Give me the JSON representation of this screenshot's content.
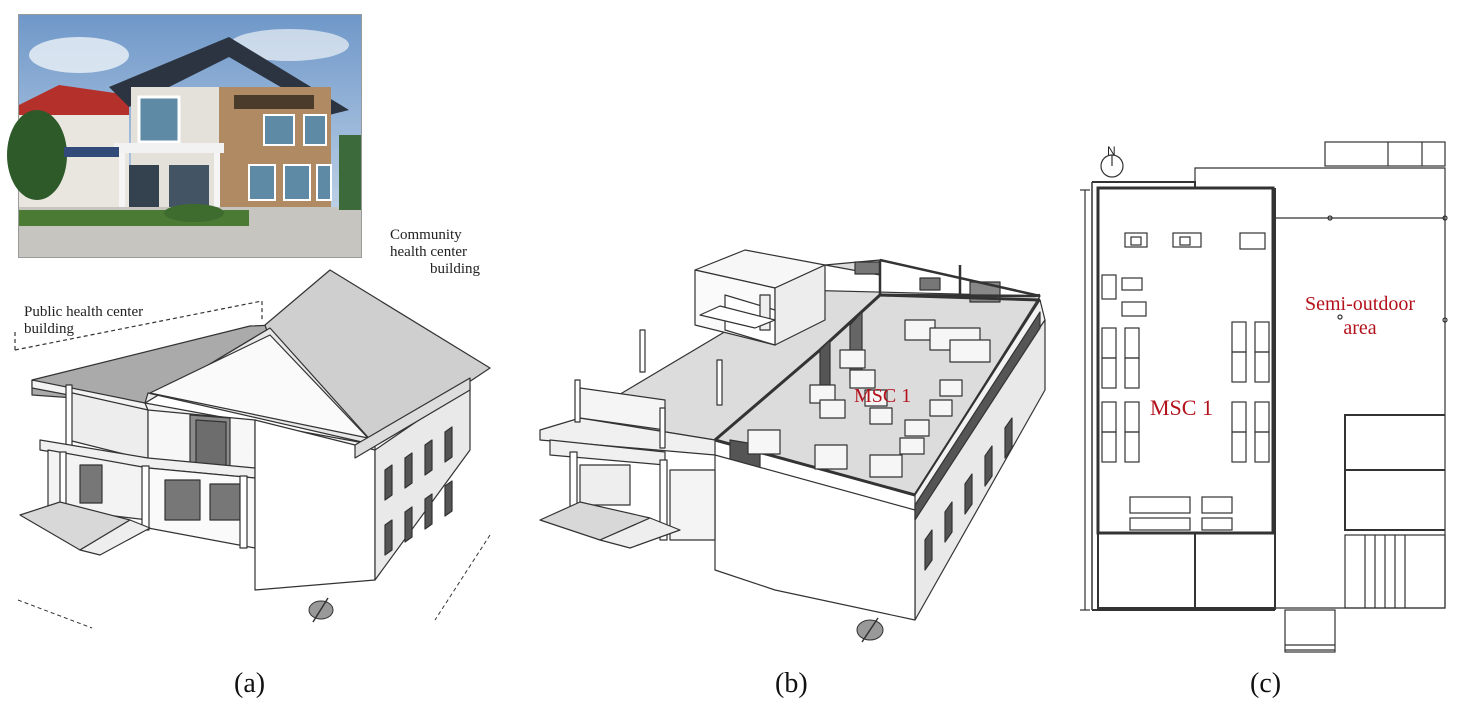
{
  "panel_a": {
    "caption": "(a)",
    "label_community_line1": "Community",
    "label_community_line2": "health center",
    "label_community_line3": "building",
    "label_public_line1": "Public health center",
    "label_public_line2": "building"
  },
  "panel_b": {
    "caption": "(b)",
    "label_msc": "MSC 1"
  },
  "panel_c": {
    "caption": "(c)",
    "label_msc": "MSC 1",
    "label_semi_line1": "Semi-outdoor",
    "label_semi_line2": "area",
    "north_label": "N"
  },
  "colors": {
    "annotation_red": "#b3121c",
    "line": "#333333",
    "roof_grey": "#bdbdbd"
  }
}
